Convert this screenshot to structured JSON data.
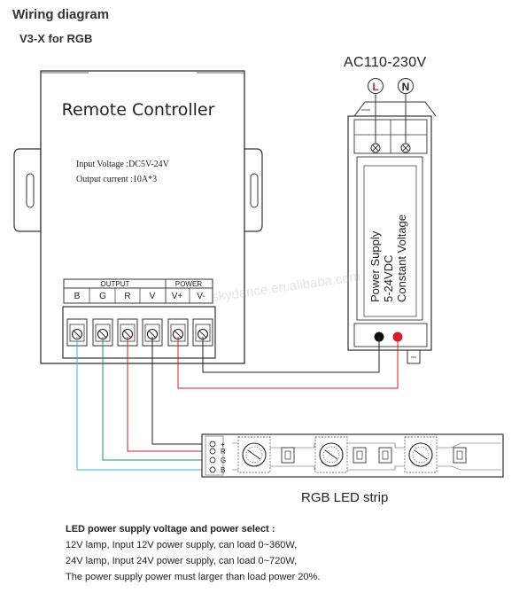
{
  "title": "Wiring diagram",
  "subtitle": "V3-X for RGB",
  "ac_label": "AC110-230V",
  "controller": {
    "title": "Remote Controller",
    "input_voltage": "Input Voltage :DC5V-24V",
    "output_current": "Output  current  :10A*3",
    "output_group": "OUTPUT",
    "power_group": "POWER",
    "terminals": [
      "B",
      "G",
      "R",
      "V",
      "V+",
      "V-"
    ]
  },
  "power_supply": {
    "live_symbol": "L",
    "neutral_symbol": "N",
    "line1": "Power Supply",
    "line2": "5-24VDC",
    "line3": "Constant Voltage"
  },
  "strip": {
    "label": "RGB LED strip",
    "pins": [
      "+",
      "R",
      "G",
      "B"
    ]
  },
  "watermark": "skydance.en.alibaba.com",
  "notes": {
    "heading": "LED power supply voltage and power select :",
    "line1": "12V lamp, Input 12V power supply, can load 0~360W,",
    "line2": "24V lamp, Input 24V power supply, can load 0~720W,",
    "line3": "The power supply power must larger than load power 20%."
  },
  "colors": {
    "wire_red": "#d21f2a",
    "wire_green": "#1a9a57",
    "wire_blue": "#3cb7d6",
    "wire_black": "#222222"
  }
}
